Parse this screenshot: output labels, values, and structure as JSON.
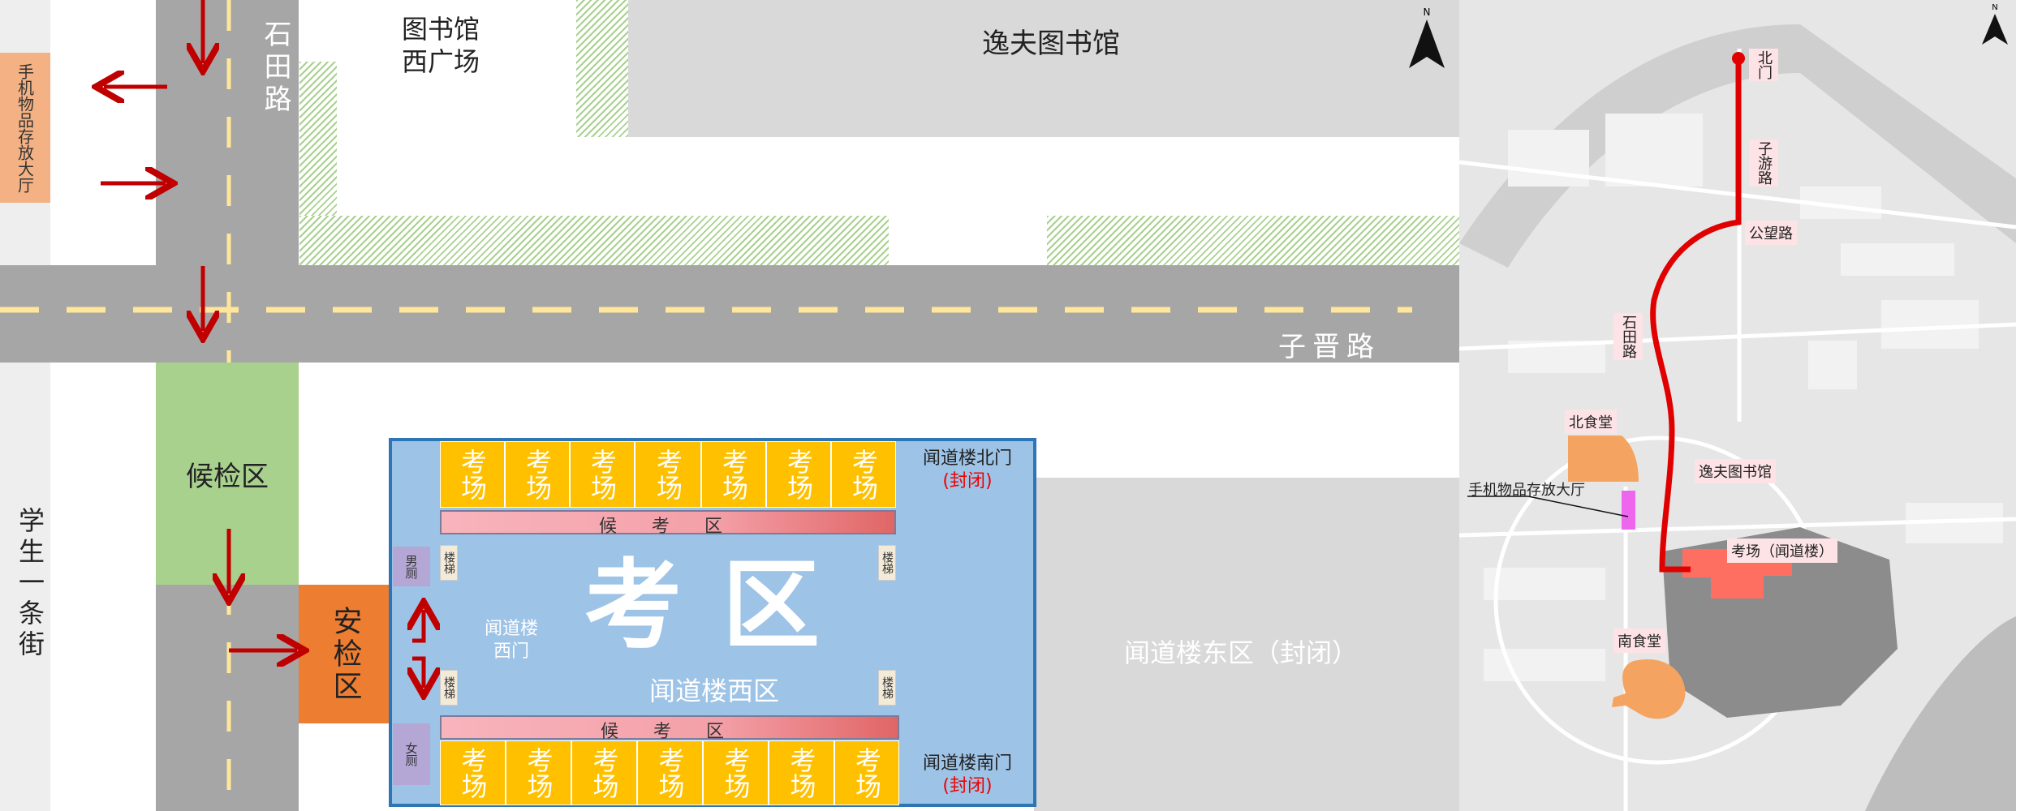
{
  "left_map": {
    "locker_hall": "手机物品存放大厅",
    "shitian_road": "石田路",
    "library_plaza": "图书馆西广场",
    "library": "逸夫图书馆",
    "north_symbol": "N",
    "zijin_road": "子晋路",
    "waiting_check_area": "候检区",
    "security_check_area": "安检区",
    "student_street": "学生一条街",
    "east_zone": "闻道楼东区（封闭）",
    "exam_zone": {
      "title": "考区",
      "subtitle": "闻道楼西区",
      "west_gate": "闻道楼西门",
      "north_gate": "闻道楼北门",
      "south_gate": "闻道楼南门",
      "closed": "(封闭)",
      "room_label": "考场",
      "waiting_area": "候 考 区",
      "stairs": "楼梯",
      "mens_restroom": "男厕",
      "womens_restroom": "女厕",
      "top_rooms": [
        "考场",
        "考场",
        "考场",
        "考场",
        "考场",
        "考场",
        "考场"
      ],
      "bottom_rooms": [
        "考场",
        "考场",
        "考场",
        "考场",
        "考场",
        "考场",
        "考场"
      ]
    }
  },
  "right_map": {
    "north_symbol": "N",
    "labels": {
      "north_gate": "北门",
      "ziyou_road": "子游路",
      "gongwang_road": "公望路",
      "shitian_road": "石田路",
      "north_canteen": "北食堂",
      "locker_hall": "手机物品存放大厅",
      "library": "逸夫图书馆",
      "exam_site": "考场（闻道楼）",
      "south_canteen": "南食堂"
    }
  },
  "colors": {
    "route": "#e00000",
    "road": "#a6a6a6",
    "exam_blue": "#9dc3e6",
    "room": "#ffc000",
    "security": "#ed7d31",
    "waiting": "#a9d18e"
  }
}
